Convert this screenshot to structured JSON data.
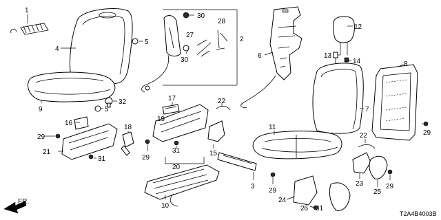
{
  "diagram_code": "T2A4B4003B",
  "direction_label": "FR.",
  "callouts": {
    "c1": "1",
    "c2": "2",
    "c3": "3",
    "c4": "4",
    "c5a": "5",
    "c5b": "5",
    "c6": "6",
    "c7": "7",
    "c8": "8",
    "c9": "9",
    "c10": "10",
    "c11": "11",
    "c12": "12",
    "c13": "13",
    "c14": "14",
    "c15": "15",
    "c16": "16",
    "c17": "17",
    "c18": "18",
    "c19": "19",
    "c20": "20",
    "c21": "21",
    "c22a": "22",
    "c22b": "22",
    "c23": "23",
    "c24": "24",
    "c25": "25",
    "c26": "26",
    "c27": "27",
    "c28": "28",
    "c29a": "29",
    "c29b": "29",
    "c29c": "29",
    "c29d": "29",
    "c29e": "29",
    "c30a": "30",
    "c30b": "30",
    "c31a": "31",
    "c31b": "31",
    "c31c": "31",
    "c32": "32"
  }
}
